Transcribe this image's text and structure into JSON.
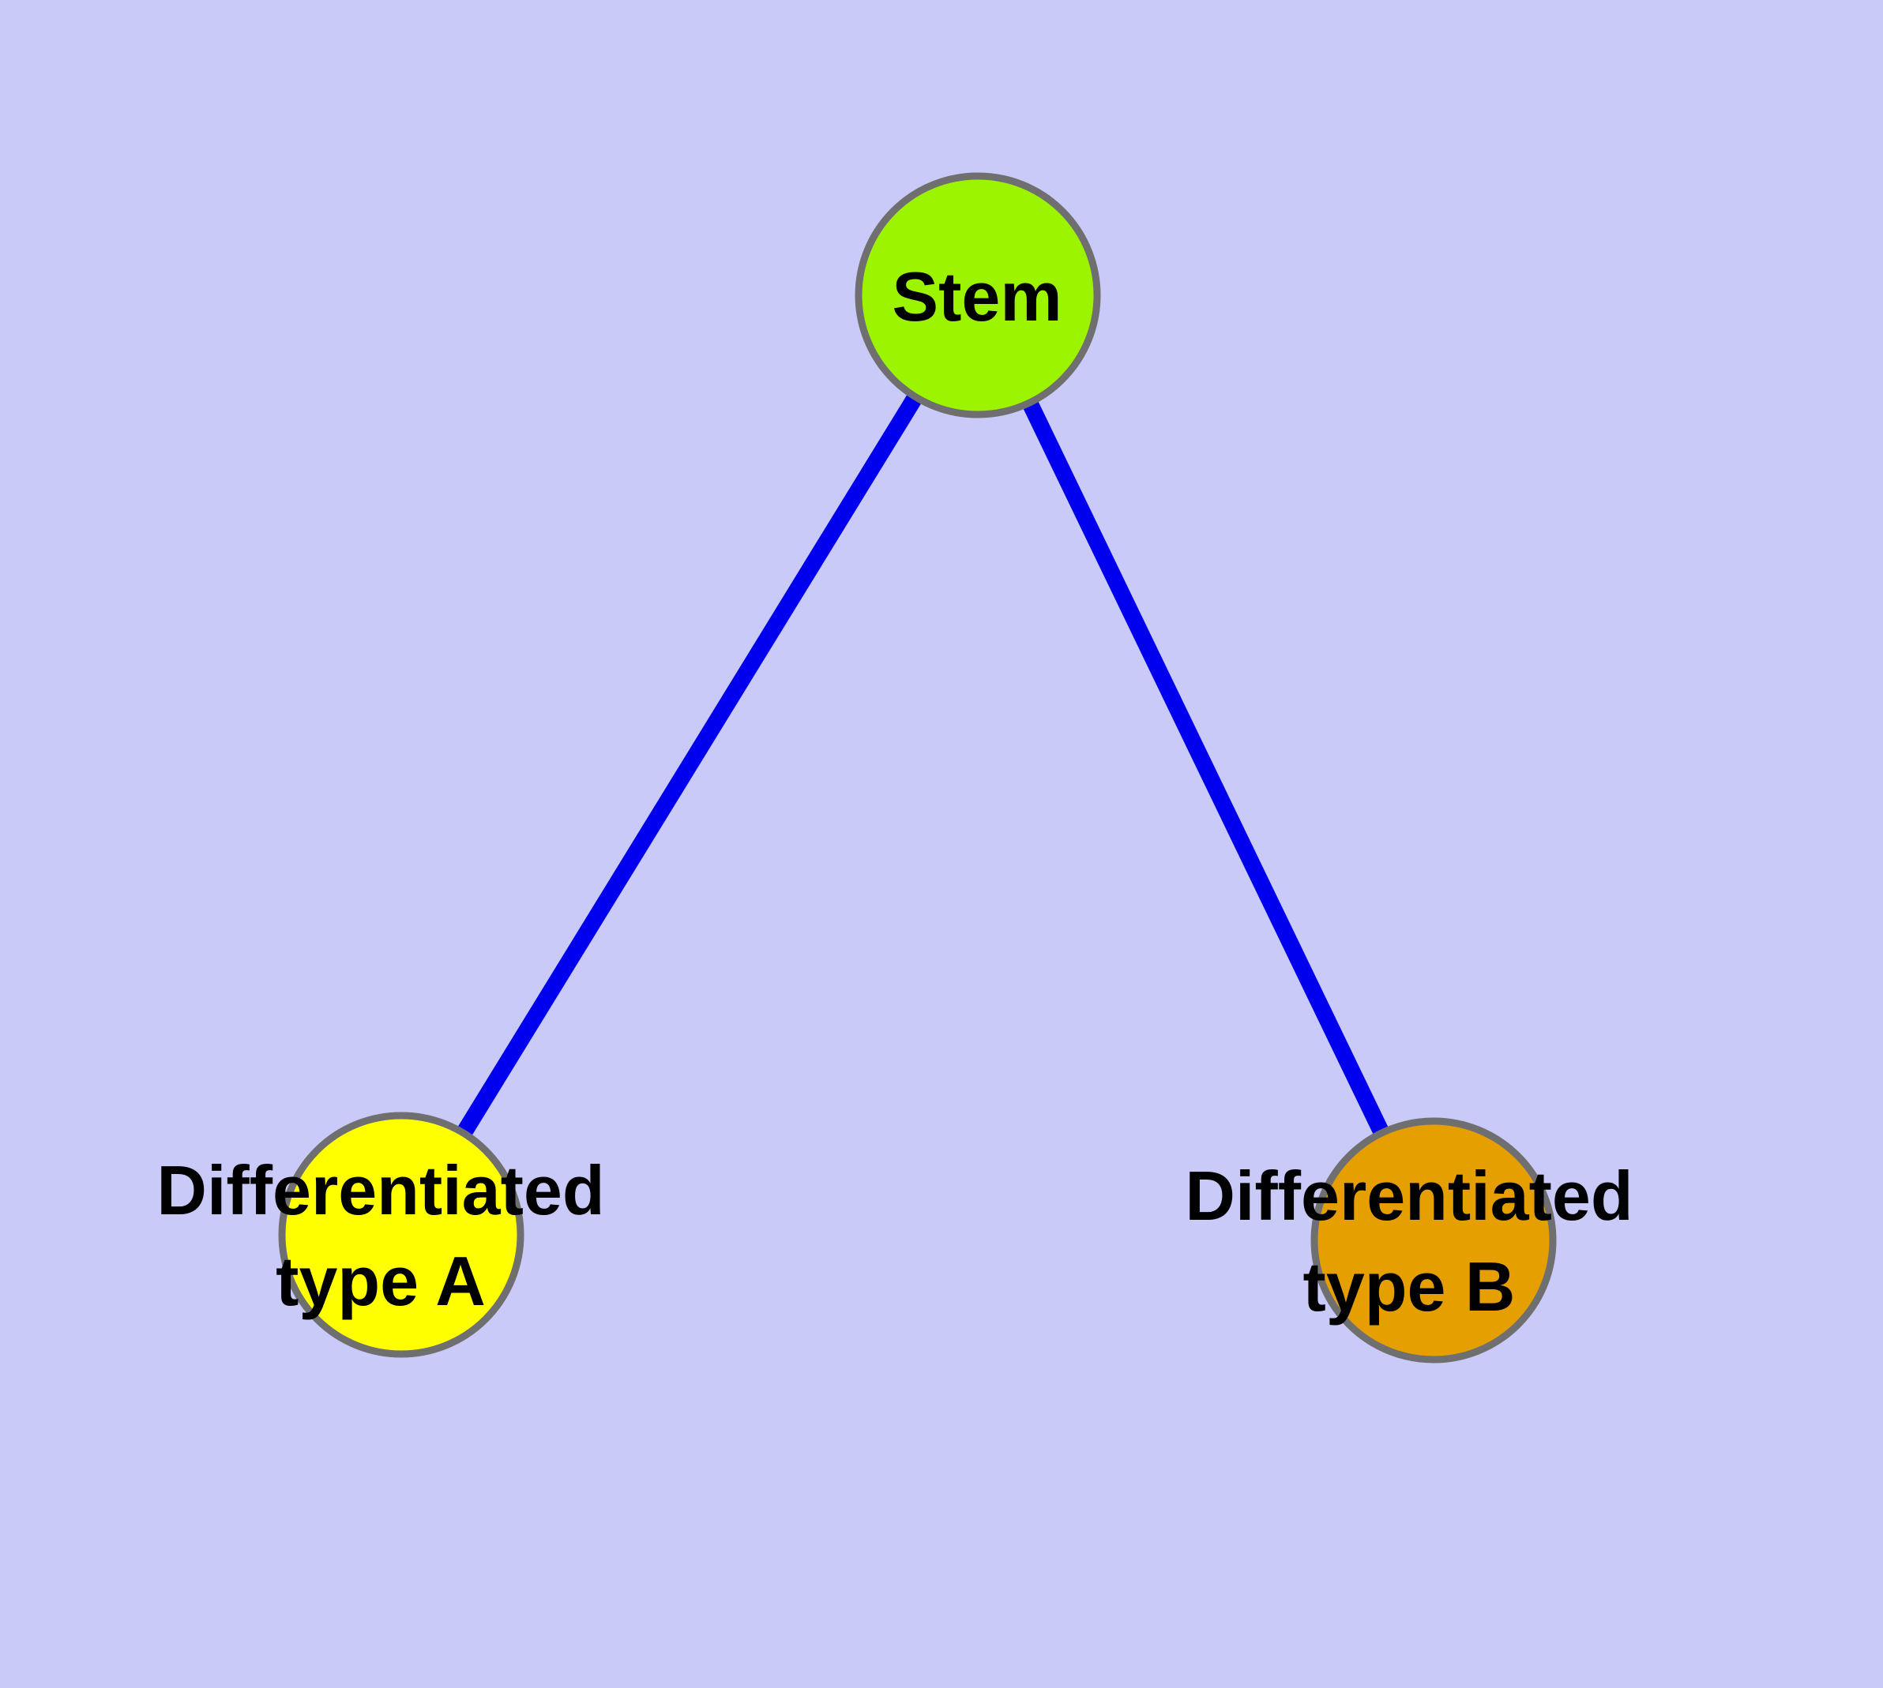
{
  "canvas": {
    "background_color": "#cacaf8"
  },
  "style": {
    "edge_color": "#0000ee",
    "node_border_color": "#6f6f6f",
    "label_color": "#000000"
  },
  "nodes": [
    {
      "id": "stem",
      "label_lines": [
        "Stem"
      ],
      "color": "#9cf400"
    },
    {
      "id": "differentiated-type-a",
      "label_lines": [
        "Differentiated",
        "type A"
      ],
      "color": "#ffff00"
    },
    {
      "id": "differentiated-type-b",
      "label_lines": [
        "Differentiated",
        "type B"
      ],
      "color": "#e69f00"
    }
  ],
  "edges": [
    {
      "from": "stem",
      "to": "differentiated-type-a"
    },
    {
      "from": "stem",
      "to": "differentiated-type-b"
    }
  ]
}
